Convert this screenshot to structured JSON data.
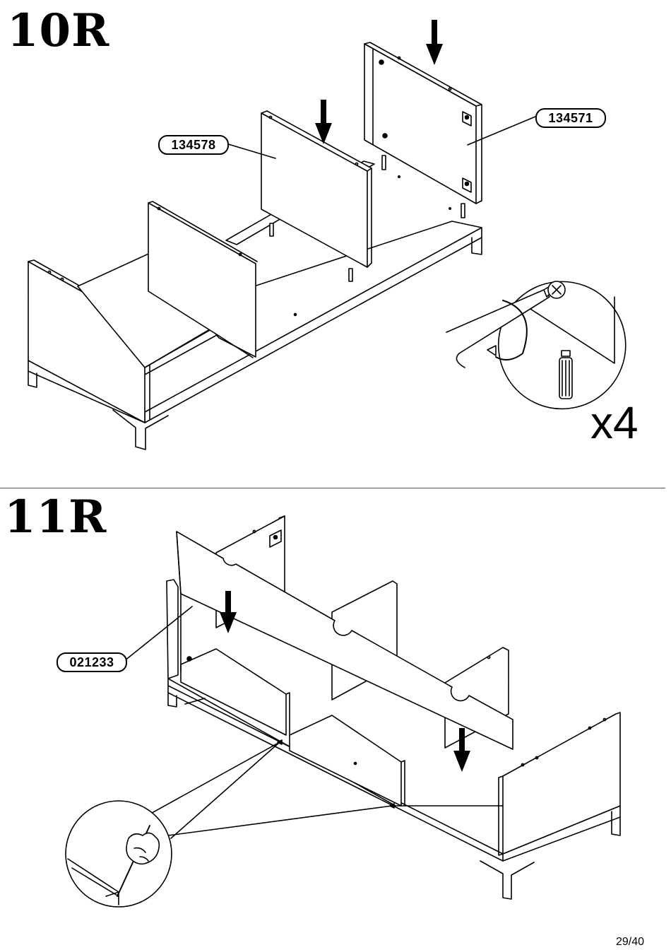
{
  "steps": [
    {
      "number": "10R",
      "parts": [
        "134578",
        "134571"
      ],
      "quantity": "x4"
    },
    {
      "number": "11R",
      "parts": [
        "021233"
      ]
    }
  ],
  "page_number": "29/40",
  "icons": [
    "down-arrow-icon",
    "screwdriver-icon",
    "rotate-arrow-icon",
    "screw-icon",
    "nail-icon",
    "hand-pen-icon"
  ]
}
